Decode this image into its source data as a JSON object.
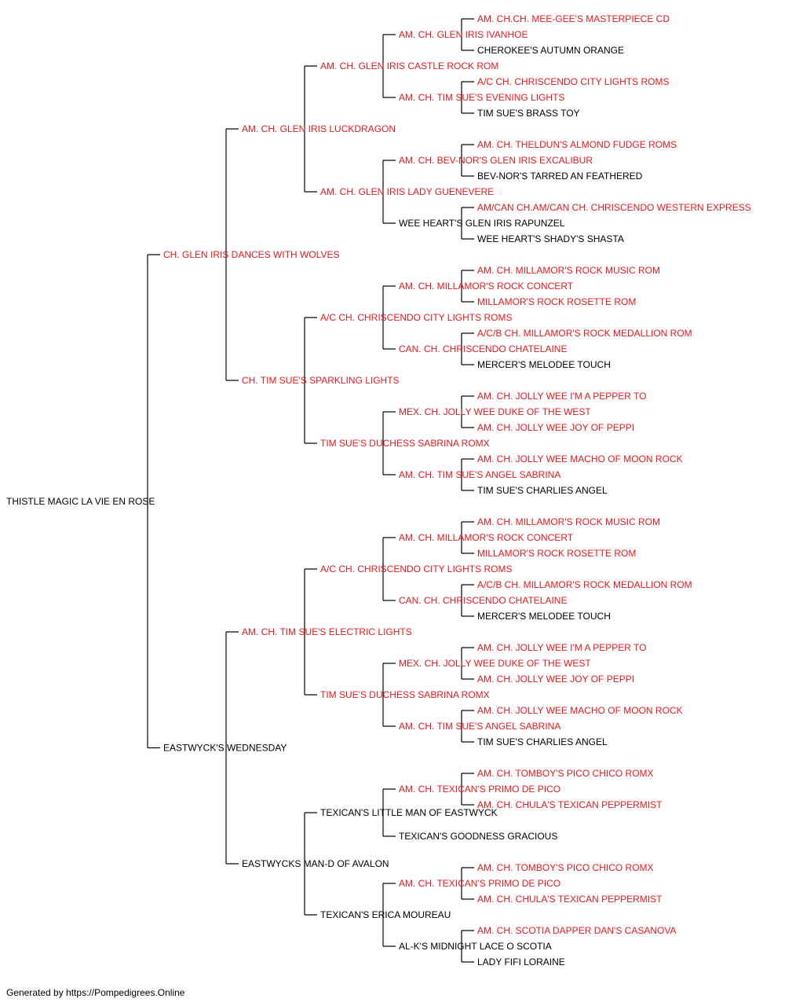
{
  "colors": {
    "champion": "#e8191c",
    "normal": "#000000",
    "line": "#000000"
  },
  "pedigree": {
    "name": "THISTLE MAGIC LA VIE EN ROSE",
    "champion": false,
    "sire": {
      "name": "CH. GLEN IRIS DANCES WITH WOLVES",
      "champion": true,
      "sire": {
        "name": "AM. CH. GLEN IRIS LUCKDRAGON",
        "champion": true,
        "sire": {
          "name": "AM. CH. GLEN IRIS CASTLE ROCK ROM",
          "champion": true,
          "sire": {
            "name": "AM. CH. GLEN IRIS IVANHOE",
            "champion": true,
            "sire": {
              "name": "AM. CH.CH. MEE-GEE'S MASTERPIECE CD",
              "champion": true
            },
            "dam": {
              "name": "CHEROKEE'S AUTUMN ORANGE",
              "champion": false
            }
          },
          "dam": {
            "name": "AM. CH. TIM SUE'S EVENING LIGHTS",
            "champion": true,
            "sire": {
              "name": "A/C CH. CHRISCENDO CITY LIGHTS ROMS",
              "champion": true
            },
            "dam": {
              "name": "TIM SUE'S BRASS TOY",
              "champion": false
            }
          }
        },
        "dam": {
          "name": "AM. CH. GLEN IRIS LADY GUENEVERE",
          "champion": true,
          "sire": {
            "name": "AM. CH. BEV-NOR'S GLEN IRIS EXCALIBUR",
            "champion": true,
            "sire": {
              "name": "AM. CH. THELDUN'S ALMOND FUDGE ROMS",
              "champion": true
            },
            "dam": {
              "name": "BEV-NOR'S TARRED AN FEATHERED",
              "champion": false
            }
          },
          "dam": {
            "name": "WEE HEART'S GLEN IRIS RAPUNZEL",
            "champion": false,
            "sire": {
              "name": "AM/CAN CH.AM/CAN CH. CHRISCENDO WESTERN EXPRESS",
              "champion": true
            },
            "dam": {
              "name": "WEE HEART'S SHADY'S SHASTA",
              "champion": false
            }
          }
        }
      },
      "dam": {
        "name": "CH. TIM SUE'S SPARKLING LIGHTS",
        "champion": true,
        "sire": {
          "name": "A/C CH. CHRISCENDO CITY LIGHTS ROMS",
          "champion": true,
          "sire": {
            "name": "AM. CH. MILLAMOR'S ROCK CONCERT",
            "champion": true,
            "sire": {
              "name": "AM. CH. MILLAMOR'S ROCK MUSIC ROM",
              "champion": true
            },
            "dam": {
              "name": "MILLAMOR'S ROCK ROSETTE ROM",
              "champion": true
            }
          },
          "dam": {
            "name": "CAN. CH. CHRISCENDO CHATELAINE",
            "champion": true,
            "sire": {
              "name": "A/C/B CH. MILLAMOR'S ROCK MEDALLION ROM",
              "champion": true
            },
            "dam": {
              "name": "MERCER'S MELODEE TOUCH",
              "champion": false
            }
          }
        },
        "dam": {
          "name": "TIM SUE'S DUCHESS SABRINA ROMX",
          "champion": true,
          "sire": {
            "name": "MEX. CH. JOLLY WEE DUKE OF THE WEST",
            "champion": true,
            "sire": {
              "name": "AM. CH. JOLLY WEE I'M A PEPPER TO",
              "champion": true
            },
            "dam": {
              "name": "AM. CH. JOLLY WEE JOY OF PEPPI",
              "champion": true
            }
          },
          "dam": {
            "name": "AM. CH. TIM SUE'S ANGEL SABRINA",
            "champion": true,
            "sire": {
              "name": "AM. CH. JOLLY WEE MACHO OF MOON ROCK",
              "champion": true
            },
            "dam": {
              "name": "TIM SUE'S CHARLIES ANGEL",
              "champion": false
            }
          }
        }
      }
    },
    "dam": {
      "name": "EASTWYCK'S WEDNESDAY",
      "champion": false,
      "sire": {
        "name": "AM. CH. TIM SUE'S ELECTRIC LIGHTS",
        "champion": true,
        "sire": {
          "name": "A/C CH. CHRISCENDO CITY LIGHTS ROMS",
          "champion": true,
          "sire": {
            "name": "AM. CH. MILLAMOR'S ROCK CONCERT",
            "champion": true,
            "sire": {
              "name": "AM. CH. MILLAMOR'S ROCK MUSIC ROM",
              "champion": true
            },
            "dam": {
              "name": "MILLAMOR'S ROCK ROSETTE ROM",
              "champion": true
            }
          },
          "dam": {
            "name": "CAN. CH. CHRISCENDO CHATELAINE",
            "champion": true,
            "sire": {
              "name": "A/C/B CH. MILLAMOR'S ROCK MEDALLION ROM",
              "champion": true
            },
            "dam": {
              "name": "MERCER'S MELODEE TOUCH",
              "champion": false
            }
          }
        },
        "dam": {
          "name": "TIM SUE'S DUCHESS SABRINA ROMX",
          "champion": true,
          "sire": {
            "name": "MEX. CH. JOLLY WEE DUKE OF THE WEST",
            "champion": true,
            "sire": {
              "name": "AM. CH. JOLLY WEE I'M A PEPPER TO",
              "champion": true
            },
            "dam": {
              "name": "AM. CH. JOLLY WEE JOY OF PEPPI",
              "champion": true
            }
          },
          "dam": {
            "name": "AM. CH. TIM SUE'S ANGEL SABRINA",
            "champion": true,
            "sire": {
              "name": "AM. CH. JOLLY WEE MACHO OF MOON ROCK",
              "champion": true
            },
            "dam": {
              "name": "TIM SUE'S CHARLIES ANGEL",
              "champion": false
            }
          }
        }
      },
      "dam": {
        "name": "EASTWYCKS MAN-D OF AVALON",
        "champion": false,
        "sire": {
          "name": "TEXICAN'S LITTLE MAN OF EASTWYCK",
          "champion": false,
          "sire": {
            "name": "AM. CH. TEXICAN'S PRIMO DE PICO",
            "champion": true,
            "sire": {
              "name": "AM. CH. TOMBOY'S PICO CHICO ROMX",
              "champion": true
            },
            "dam": {
              "name": "AM. CH. CHULA'S TEXICAN PEPPERMIST",
              "champion": true
            }
          },
          "dam": {
            "name": "TEXICAN'S GOODNESS GRACIOUS",
            "champion": false
          }
        },
        "dam": {
          "name": "TEXICAN'S ERICA MOUREAU",
          "champion": false,
          "sire": {
            "name": "AM. CH. TEXICAN'S PRIMO DE PICO",
            "champion": true,
            "sire": {
              "name": "AM. CH. TOMBOY'S PICO CHICO ROMX",
              "champion": true
            },
            "dam": {
              "name": "AM. CH. CHULA'S TEXICAN PEPPERMIST",
              "champion": true
            }
          },
          "dam": {
            "name": "AL-K'S MIDNIGHT LACE O SCOTIA",
            "champion": false,
            "sire": {
              "name": "AM. CH. SCOTIA DAPPER DAN'S CASANOVA",
              "champion": true
            },
            "dam": {
              "name": "LADY FIFI LORAINE",
              "champion": false
            }
          }
        }
      }
    }
  },
  "footer": {
    "text": "Generated by https://Pompedigrees.Online"
  }
}
